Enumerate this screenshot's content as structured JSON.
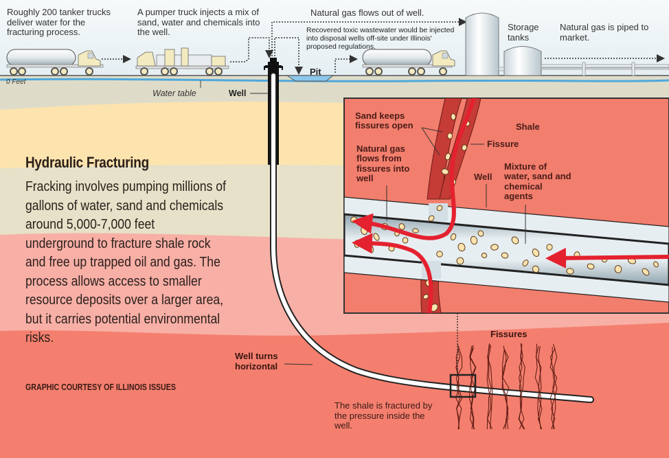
{
  "title": "Hydraulic Fracturing",
  "description": "Fracking involves pumping millions of gallons of water, sand and chemicals around 5,000-7,000 feet underground to fracture shale rock and free up trapped oil and gas. The process allows access to smaller resource deposits over a larger area, but it carries potential environmental risks.",
  "credit": "GRAPHIC COURTESY OF ILLINOIS ISSUES",
  "surface": {
    "tanker_caption": "Roughly 200 tanker trucks deliver water for the fracturing process.",
    "pumper_caption": "A pumper truck injects a mix of sand, water and chemicals into the well.",
    "gas_out_caption": "Natural gas flows out of well.",
    "wastewater_caption": "Recovered toxic wastewater would be injected into disposal wells off-site under Illinois' proposed regulations.",
    "storage_caption": "Storage tanks",
    "market_caption": "Natural gas is piped to market.",
    "pit_label": "Pit",
    "zero_feet_label": "0 Feet",
    "water_table_label": "Water table",
    "well_label": "Well"
  },
  "underground": {
    "well_turns_label": "Well turns horizontal",
    "fissures_label": "Fissures",
    "fracture_caption": "The shale is fractured by the pressure inside the well."
  },
  "inset": {
    "sand_label": "Sand keeps fissures open",
    "gas_flow_label": "Natural gas flows from fissures into well",
    "shale_label": "Shale",
    "fissure_label": "Fissure",
    "well_label": "Well",
    "mixture_label": "Mixture of water, sand and chemical agents"
  },
  "colors": {
    "sky": "#eef4f6",
    "soil_top": "#dedcc9",
    "sand_layer": "#fde3ae",
    "clay_layer": "#e6e1c8",
    "pink_layer": "#f8afa6",
    "shale_layer": "#f47f6e",
    "inset_bg": "#f27e6d",
    "fissure_dark": "#c53b36",
    "flow_red": "#e4212f",
    "water_blue": "#4ea8dc",
    "truck_cream": "#f3eac0"
  }
}
